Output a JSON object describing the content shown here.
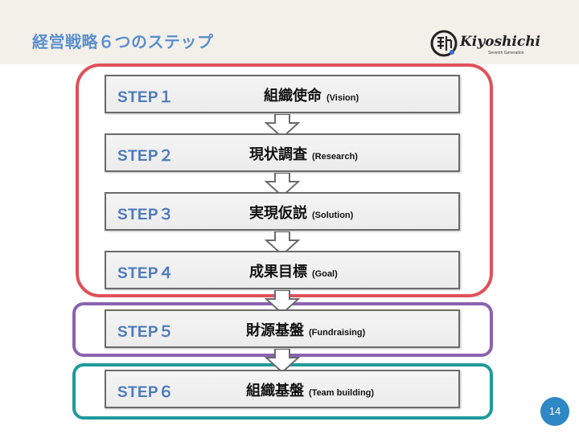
{
  "title": "経営戦略６つのステップ",
  "logo": {
    "name": "Kiyoshichi",
    "subtitle": "Seventh Generation"
  },
  "steps": [
    {
      "label": "STEP１",
      "name": "組織使命",
      "en": "(Vision)"
    },
    {
      "label": "STEP２",
      "name": "現状調査",
      "en": "(Research)"
    },
    {
      "label": "STEP３",
      "name": "実現仮説",
      "en": "(Solution)"
    },
    {
      "label": "STEP４",
      "name": "成果目標",
      "en": "(Goal)"
    },
    {
      "label": "STEP５",
      "name": "財源基盤",
      "en": "(Fundraising)"
    },
    {
      "label": "STEP６",
      "name": "組織基盤",
      "en": "(Team building)"
    }
  ],
  "page_number": "14",
  "colors": {
    "title": "#5b8fd0",
    "step_label": "#4f7bbd",
    "group_red": "#e0505a",
    "group_purple": "#8a63b0",
    "group_teal": "#1e9a9a",
    "page_badge": "#2f87c6"
  }
}
